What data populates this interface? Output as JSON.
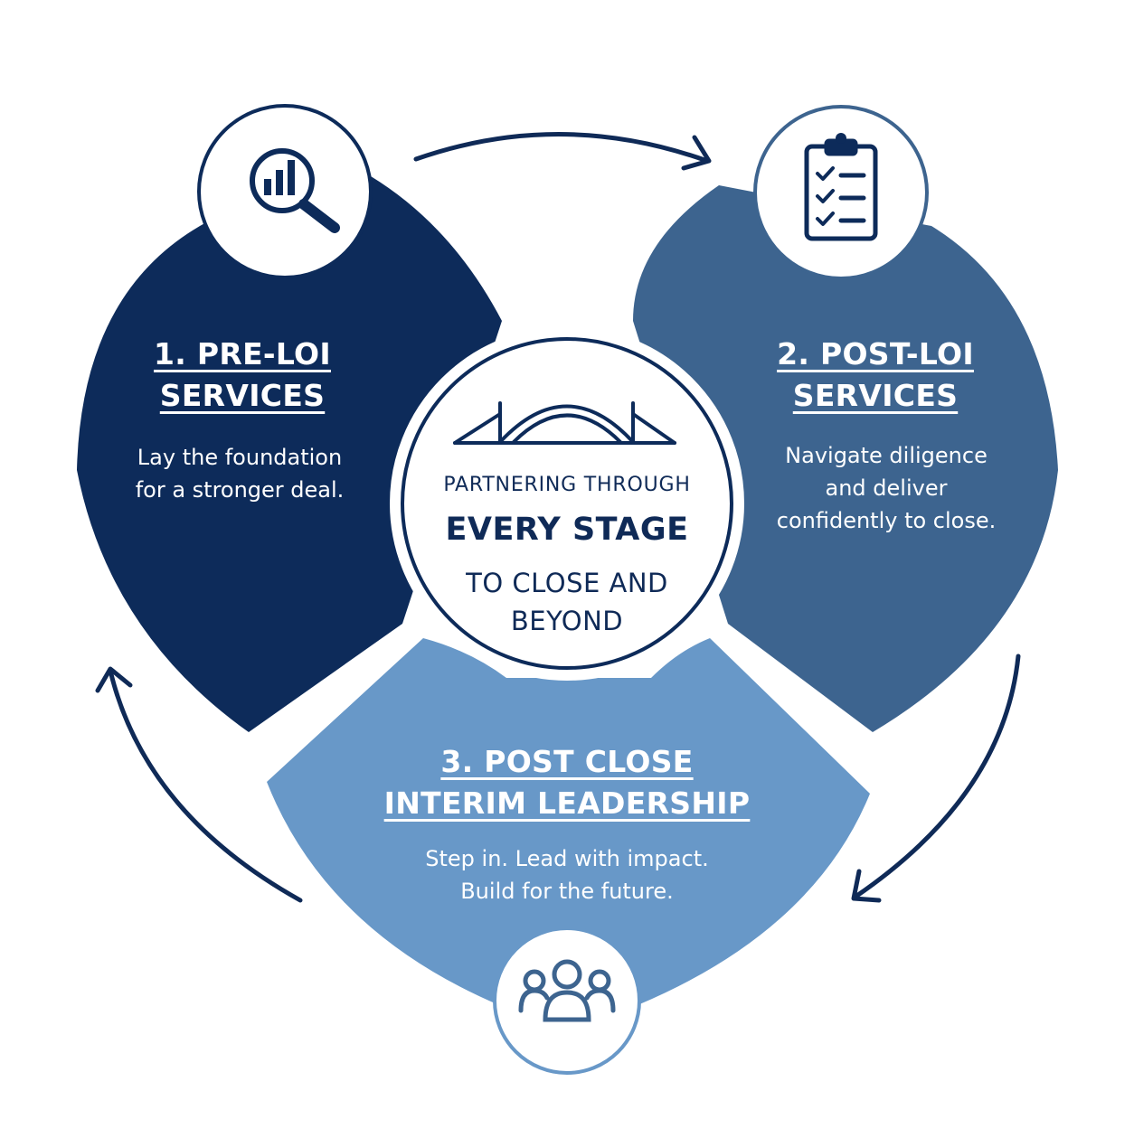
{
  "center": {
    "line1": "PARTNERING THROUGH",
    "line2": "EVERY STAGE",
    "line3": [
      "TO CLOSE AND",
      "BEYOND"
    ],
    "icon": "bridge-icon"
  },
  "stages": [
    {
      "title": [
        "1. PRE-LOI",
        "SERVICES"
      ],
      "description": [
        "Lay the foundation",
        "for a stronger deal."
      ],
      "icon": "magnifier-chart-icon",
      "color": "#0d2b5a"
    },
    {
      "title": [
        "2. POST-LOI",
        "SERVICES"
      ],
      "description": [
        "Navigate diligence",
        "and deliver",
        "confidently to close."
      ],
      "icon": "clipboard-checklist-icon",
      "color": "#3d648f"
    },
    {
      "title": [
        "3. POST CLOSE",
        "INTERIM LEADERSHIP"
      ],
      "description": [
        "Step in. Lead with impact.",
        "Build for the future."
      ],
      "icon": "team-icon",
      "color": "#6898c8"
    }
  ],
  "colors": {
    "navy": "#0d2b5a",
    "mid_blue": "#3d648f",
    "light_blue": "#6898c8",
    "arrow": "#0f2a57",
    "background": "#ffffff"
  }
}
